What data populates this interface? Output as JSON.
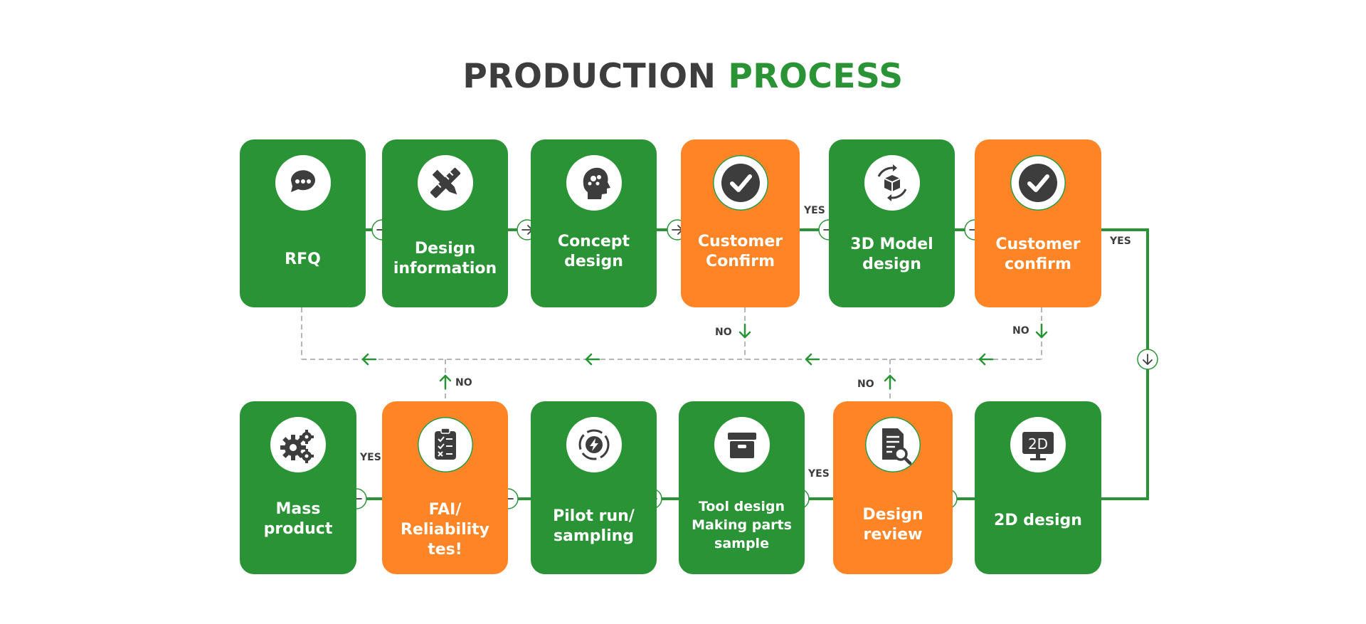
{
  "title": {
    "part1": "PRODUCTION",
    "part2": "PROCESS"
  },
  "colors": {
    "green": "#2a9336",
    "orange": "#ff8426",
    "dark": "#3d3d3d",
    "dashed": "#b5b5b5"
  },
  "steps": [
    {
      "label": "RFQ",
      "icon": "chat-bubble-icon",
      "color": "green"
    },
    {
      "label": "Design\ninformation",
      "icon": "pencil-ruler-icon",
      "color": "green"
    },
    {
      "label": "Concept\ndesign",
      "icon": "head-brain-icon",
      "color": "green"
    },
    {
      "label": "Customer\nConfirm",
      "icon": "checkmark-icon",
      "color": "orange"
    },
    {
      "label": "3D Model\ndesign",
      "icon": "cube-rotate-icon",
      "color": "green"
    },
    {
      "label": "Customer\nconfirm",
      "icon": "checkmark-icon",
      "color": "orange"
    },
    {
      "label": "2D design",
      "icon": "monitor-2d-icon",
      "color": "green"
    },
    {
      "label": "Design\nreview",
      "icon": "document-search-icon",
      "color": "orange"
    },
    {
      "label": "Tool design\nMaking parts\nsample",
      "icon": "box-icon",
      "color": "green"
    },
    {
      "label": "Pilot run/\nsampling",
      "icon": "power-cycle-icon",
      "color": "green"
    },
    {
      "label": "FAI/\nReliability tes!",
      "icon": "clipboard-check-icon",
      "color": "orange"
    },
    {
      "label": "Mass\nproduct",
      "icon": "gears-icon",
      "color": "green"
    }
  ],
  "annotations": {
    "yes": "YES",
    "no": "NO"
  },
  "icons": {
    "monitor_text": "2D"
  }
}
